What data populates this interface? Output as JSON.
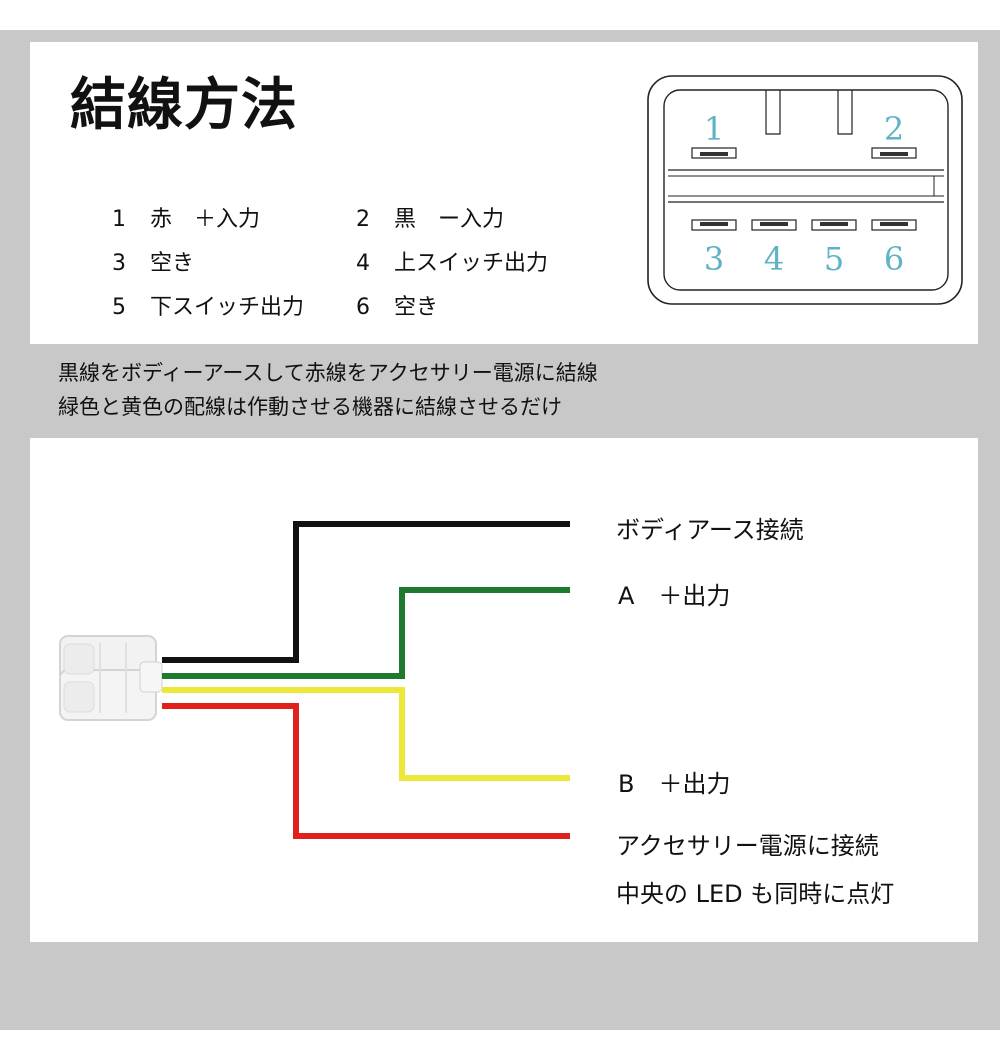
{
  "title": "結線方法",
  "pins": [
    {
      "num": "1",
      "label": "赤　＋入力"
    },
    {
      "num": "2",
      "label": "黒　ー入力"
    },
    {
      "num": "3",
      "label": "空き"
    },
    {
      "num": "4",
      "label": "上スイッチ出力"
    },
    {
      "num": "5",
      "label": "下スイッチ出力"
    },
    {
      "num": "6",
      "label": "空き"
    }
  ],
  "connector_diagram": {
    "numbers": [
      "1",
      "2",
      "3",
      "4",
      "5",
      "6"
    ],
    "number_color": "#5fb3c4"
  },
  "instructions": [
    "黒線をボディーアースして赤線をアクセサリー電源に結線",
    "緑色と黄色の配線は作動させる機器に結線させるだけ"
  ],
  "wires": [
    {
      "color": "#111111",
      "label": "ボディアース接続"
    },
    {
      "color": "#1f7a2e",
      "label": "A　＋出力"
    },
    {
      "color": "#ece83a",
      "label": "B　＋出力"
    },
    {
      "color": "#e0201c",
      "label": "アクセサリー電源に接続"
    }
  ],
  "red_wire_note": "中央の LED も同時に点灯"
}
